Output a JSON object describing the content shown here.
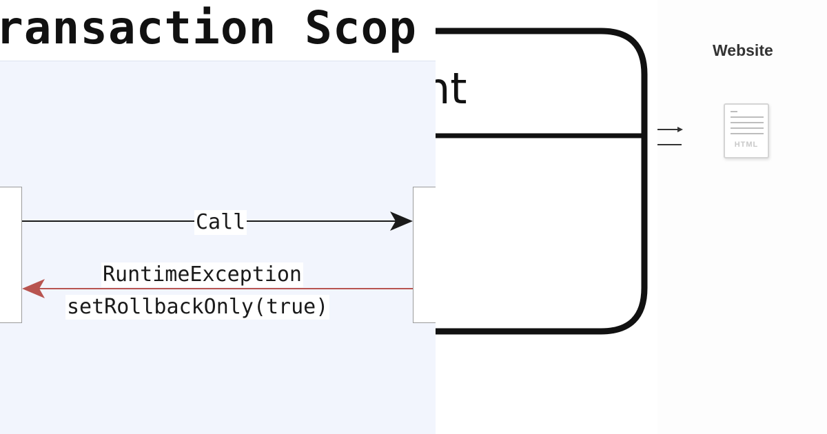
{
  "sequence_diagram": {
    "title": "ransaction Scop",
    "messages": {
      "call": "Call",
      "exception": "RuntimeException",
      "rollback": "setRollbackOnly(true)"
    },
    "colors": {
      "background": "#f2f5fd",
      "call_arrow": "#1a1a1a",
      "exception_arrow": "#b85450"
    }
  },
  "state_box": {
    "label": "nt"
  },
  "website_node": {
    "title": "Website",
    "file_label": "HTML"
  }
}
